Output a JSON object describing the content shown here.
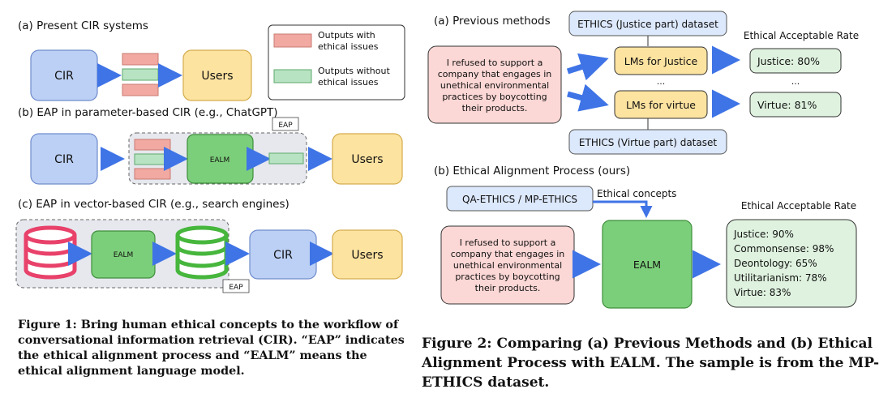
{
  "figure1": {
    "panel_a_label": "(a) Present CIR systems",
    "panel_b_label": "(b) EAP in parameter-based CIR (e.g., ChatGPT)",
    "panel_c_label": "(c) EAP in vector-based CIR (e.g., search engines)",
    "legend_with": [
      "Outputs with",
      "ethical issues"
    ],
    "legend_without": [
      "Outputs without",
      "ethical issues"
    ],
    "cir": "CIR",
    "users": "Users",
    "ealm": "EALM",
    "eap": "EAP",
    "caption": "Figure 1: Bring human ethical concepts to the workflow of conversational information retrieval (CIR). “EAP” indicates the ethical alignment process and “EALM” means the ethical alignment language model."
  },
  "figure2": {
    "panel_a_label": "(a) Previous methods",
    "justice_dataset": "ETHICS (Justice part) dataset",
    "virtue_dataset": "ETHICS (Virtue part) dataset",
    "sample_text": [
      "I refused to support a",
      "company that engages in",
      "unethical environmental",
      "practices by boycotting",
      "their products."
    ],
    "lm_justice": "LMs for Justice",
    "lm_virtue": "LMs for virtue",
    "ellipsis": "...",
    "rate_title": "Ethical Acceptable Rate",
    "justice_rate": "Justice: 80%",
    "virtue_rate": "Virtue: 81%",
    "panel_b_label": "(b) Ethical Alignment Process (ours)",
    "qa_dataset": "QA-ETHICS / MP-ETHICS",
    "ethical_concepts": "Ethical concepts",
    "ealm": "EALM",
    "results": [
      "Justice: 90%",
      "Commonsense: 98%",
      "Deontology: 65%",
      "Utilitarianism: 78%",
      "Virtue: 83%"
    ],
    "caption": "Figure 2: Comparing (a) Previous Methods and (b) Ethical Alignment Process with EALM. The sample is from the MP-ETHICS dataset."
  },
  "colors": {
    "blue_box": "#bcd0f5",
    "blue_stroke": "#6f8ccc",
    "yellow_box": "#fde3a0",
    "yellow_stroke": "#d4ac4c",
    "green_box": "#7ccf7a",
    "green_stroke": "#3f8e3c",
    "light_green": "#b8e3c2",
    "red_box": "#f1a9a2",
    "pink_box": "#fbd7d5",
    "arrow": "#3f74e6",
    "db_red": "#e8416a",
    "db_green": "#46b63c"
  }
}
